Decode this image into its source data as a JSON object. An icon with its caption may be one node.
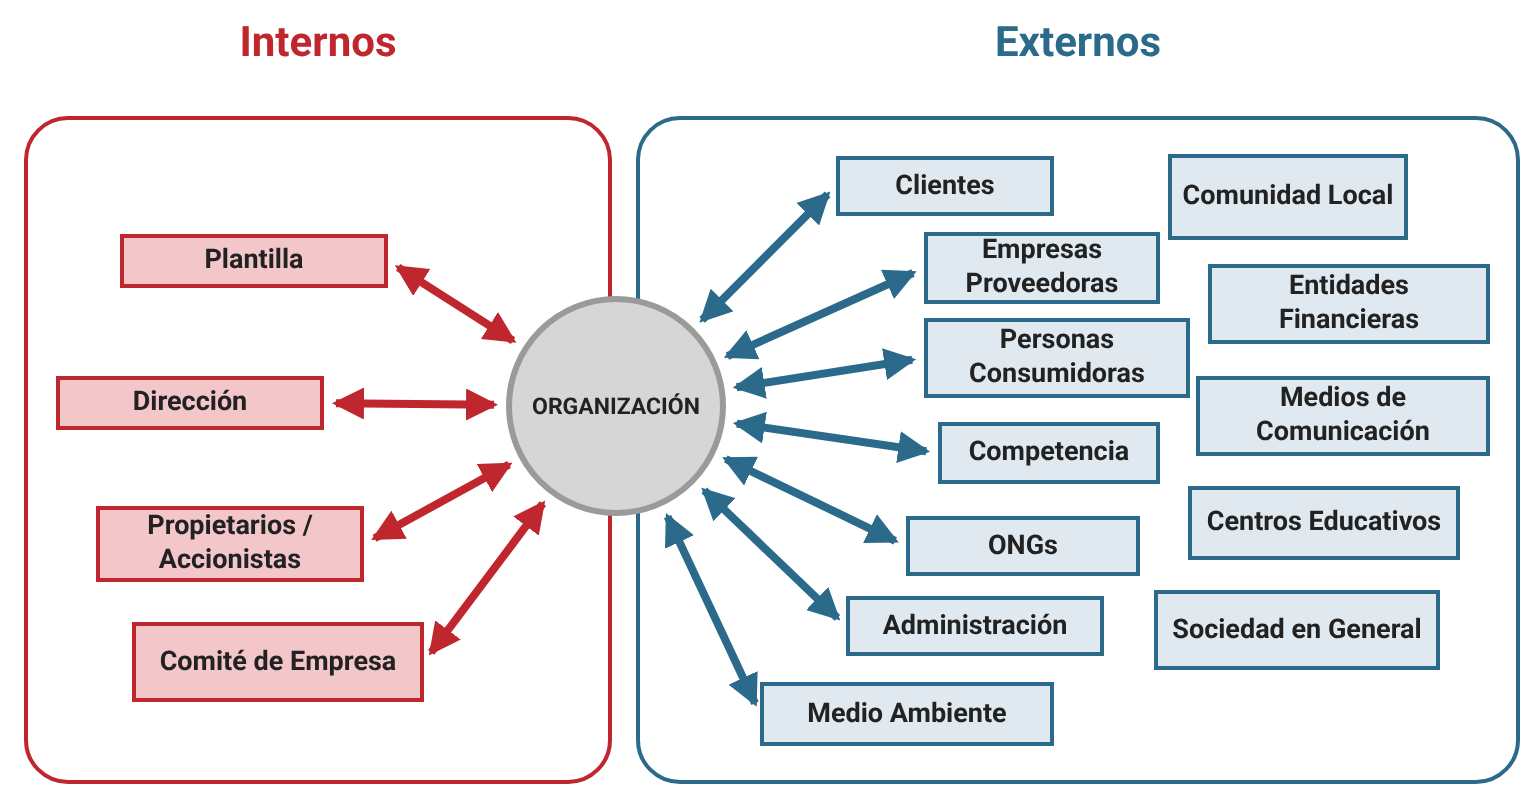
{
  "diagram": {
    "nodes": [
      {
        "text": [
          "Internos"
        ]
      },
      {
        "text": [
          "Plantilla"
        ],
        "in": 0
      },
      {
        "text": [
          "Dirección"
        ],
        "in": 0
      },
      {
        "text": [
          "Propietarios / Accionistas"
        ],
        "in": 0
      },
      {
        "text": [
          "Comité de Empresa"
        ],
        "in": 0
      },
      {
        "text": [
          "Externos"
        ]
      },
      {
        "text": [
          "Clientes"
        ],
        "in": 5
      },
      {
        "text": [
          "Empresas Proveedoras"
        ],
        "in": 5
      },
      {
        "text": [
          "Personas Consumidoras"
        ],
        "in": 5
      },
      {
        "text": [
          "Competencia"
        ],
        "in": 5
      },
      {
        "text": [
          "ONGs"
        ],
        "in": 5
      },
      {
        "text": [
          "Administración"
        ],
        "in": 5
      },
      {
        "text": [
          "Medio Ambiente"
        ],
        "in": 5
      },
      {
        "text": [
          "Comunidad Local"
        ],
        "in": 5
      },
      {
        "text": [
          "Entidades Financieras"
        ],
        "in": 5
      },
      {
        "text": [
          "Medios de Comunicación"
        ],
        "in": 5
      },
      {
        "text": [
          "Centros Educativos"
        ],
        "in": 5
      },
      {
        "text": [
          "Sociedad en General"
        ],
        "in": 5
      },
      {
        "text": [
          "ORGANIZACIÓN"
        ]
      }
    ],
    "edges": [
      {
        "from": 18,
        "to": 1,
        "arrow": "both",
        "color": "#c0262d"
      },
      {
        "from": 18,
        "to": 2,
        "arrow": "both",
        "color": "#c0262d"
      },
      {
        "from": 18,
        "to": 3,
        "arrow": "both",
        "color": "#c0262d"
      },
      {
        "from": 18,
        "to": 4,
        "arrow": "both",
        "color": "#c0262d"
      },
      {
        "from": 18,
        "to": 6,
        "arrow": "both"
      },
      {
        "from": 18,
        "to": 7,
        "arrow": "both"
      },
      {
        "from": 18,
        "to": 8,
        "arrow": "both"
      },
      {
        "from": 18,
        "to": 9,
        "arrow": "both"
      },
      {
        "from": 18,
        "to": 10,
        "arrow": "both"
      },
      {
        "from": 18,
        "to": 11,
        "arrow": "both"
      },
      {
        "from": 18,
        "to": 12,
        "arrow": "both"
      }
    ]
  }
}
